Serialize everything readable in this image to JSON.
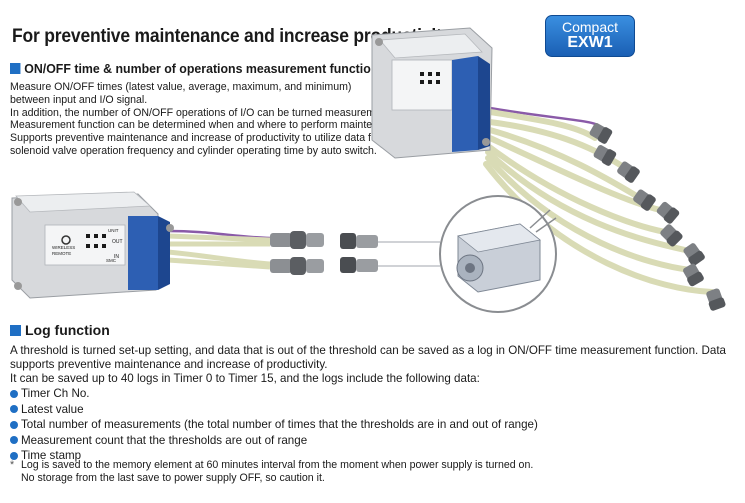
{
  "page": {
    "title": "For preventive maintenance and increase productivity"
  },
  "badge": {
    "line1": "Compact",
    "line2": "EXW1"
  },
  "section1": {
    "heading": "ON/OFF time & number of operations measurement function",
    "lines": [
      "Measure ON/OFF times (latest value, average, maximum, and minimum)",
      "between input and I/O signal.",
      "In addition, the number of ON/OFF operations of I/O can be turned measurement.",
      "Measurement function can be determined when and where to perform maintenance.",
      "Supports preventive maintenance and increase of productivity to utilize data for",
      "solenoid valve operation frequency and cylinder operating time by auto switch."
    ]
  },
  "device_labels": {
    "unit": "UNIT",
    "out": "OUT",
    "in": "IN",
    "wireless": "WIRELESS",
    "remote": "REMOTE",
    "brand": "SMC"
  },
  "section2": {
    "heading": "Log function",
    "lines": [
      "A threshold is turned set-up setting, and data that is out of the threshold can be saved as a log in ON/OFF time measurement function. Data",
      "supports preventive maintenance and increase of productivity.",
      "It can be saved up to 40 logs in Timer 0 to Timer 15, and the logs include the following data:"
    ],
    "bullets": [
      "Timer Ch No.",
      "Latest value",
      "Total number of measurements (the total number of times that the thresholds are in and out of range)",
      "Measurement count that the thresholds are out of range",
      "Time stamp"
    ],
    "note_mark": "*",
    "notes": [
      "Log is saved to the memory element at 60 minutes interval from the moment when power supply is turned on.",
      "No storage from the last save to power supply OFF, so caution it."
    ]
  },
  "colors": {
    "accent": "#1f6fc4",
    "device_blue": "#2d5fb3",
    "cable": "#e4e6c6",
    "cable_purple": "#8a5aa8"
  }
}
